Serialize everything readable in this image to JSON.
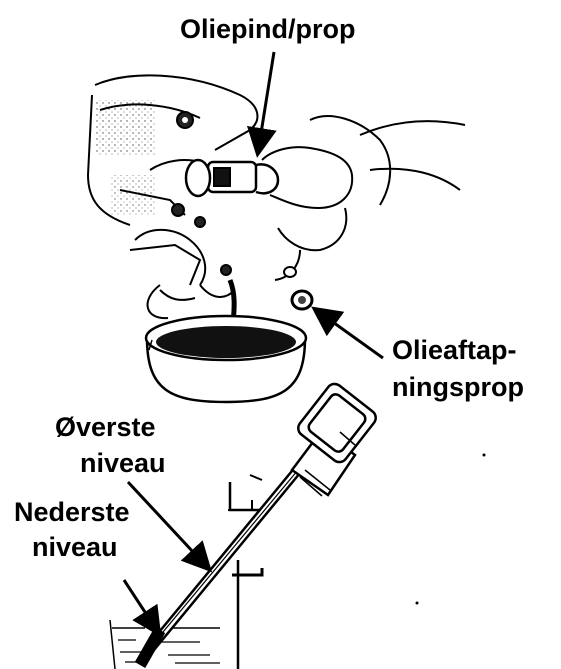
{
  "diagram": {
    "labels": {
      "oil_dipstick_plug": "Oliepind/prop",
      "oil_drain_plug_line1": "Olieaftap-",
      "oil_drain_plug_line2": "ningsprop",
      "upper_level_line1": "Øverste",
      "upper_level_line2": "niveau",
      "lower_level_line1": "Nederste",
      "lower_level_line2": "niveau"
    },
    "colors": {
      "ink": "#000000",
      "background": "#ffffff",
      "oil": "#111111"
    }
  }
}
